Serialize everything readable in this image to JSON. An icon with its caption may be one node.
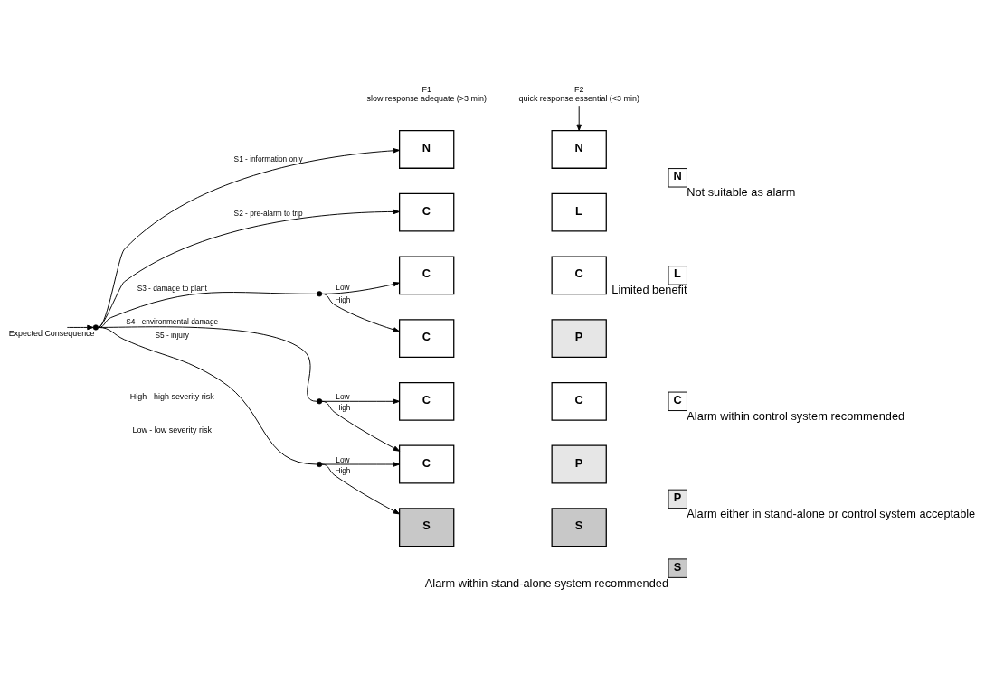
{
  "diagram": {
    "nodes": [
      {
        "text": [],
        "shape": "point",
        "beside": [
          "Expected Consequence"
        ]
      },
      {
        "text": [],
        "shape": "point"
      },
      {
        "text": [],
        "shape": "point"
      },
      {
        "text": [],
        "shape": "point"
      },
      {
        "text": [
          "F1",
          "slow response adequate (>3 min)"
        ]
      },
      {
        "text": [
          "F2",
          "quick response essential (<3 min)"
        ]
      },
      {
        "text": [
          "N"
        ]
      },
      {
        "text": [
          "N"
        ]
      },
      {
        "text": [
          "C"
        ]
      },
      {
        "text": [
          "L"
        ]
      },
      {
        "text": [
          "C"
        ]
      },
      {
        "text": [
          "C"
        ]
      },
      {
        "text": [
          "C"
        ]
      },
      {
        "text": [
          "P"
        ]
      },
      {
        "text": [
          "C"
        ]
      },
      {
        "text": [
          "C"
        ]
      },
      {
        "text": [
          "C"
        ]
      },
      {
        "text": [
          "P"
        ]
      },
      {
        "text": [
          "S"
        ]
      },
      {
        "text": [
          "S"
        ]
      },
      {
        "text": [
          "N"
        ],
        "beside": [
          "Not suitable as alarm"
        ]
      },
      {
        "text": [
          "L"
        ],
        "beside": [
          "Limited benefit"
        ]
      },
      {
        "text": [
          "C"
        ],
        "beside": [
          "Alarm within control system recommended"
        ]
      },
      {
        "text": [
          "P"
        ],
        "beside": [
          "Alarm either in stand-alone or control system acceptable"
        ]
      },
      {
        "text": [
          "S"
        ],
        "beside": [
          "Alarm within stand-alone system recommended"
        ]
      }
    ],
    "edges": [
      {
        "from": null,
        "to": 0,
        "arrow": "to"
      },
      {
        "from": 0,
        "to": 6,
        "arrow": "to",
        "label": "S1 - information only"
      },
      {
        "from": 0,
        "to": 8,
        "arrow": "to",
        "label": "S2 - pre-alarm to trip"
      },
      {
        "from": 0,
        "to": 1,
        "arrow": "none",
        "label": "S3 - damage to plant"
      },
      {
        "from": 1,
        "to": 10,
        "arrow": "to",
        "label": "Low"
      },
      {
        "from": 1,
        "to": 12,
        "arrow": "to",
        "label": "High"
      },
      {
        "from": 0,
        "to": 2,
        "arrow": "none",
        "label": "S4 - environmental damage"
      },
      {
        "from": 2,
        "to": 14,
        "arrow": "to",
        "label": "Low"
      },
      {
        "from": 2,
        "to": 16,
        "arrow": "to",
        "label": "High"
      },
      {
        "from": 0,
        "to": 3,
        "arrow": "none",
        "label": "S5 - injury"
      },
      {
        "from": 3,
        "to": 16,
        "arrow": "to",
        "label": "Low"
      },
      {
        "from": 3,
        "to": 18,
        "arrow": "to",
        "label": "High"
      },
      {
        "from": 5,
        "to": 7,
        "arrow": "to"
      }
    ],
    "labels": [
      "Low - low severity risk",
      "High - high severity risk"
    ]
  }
}
